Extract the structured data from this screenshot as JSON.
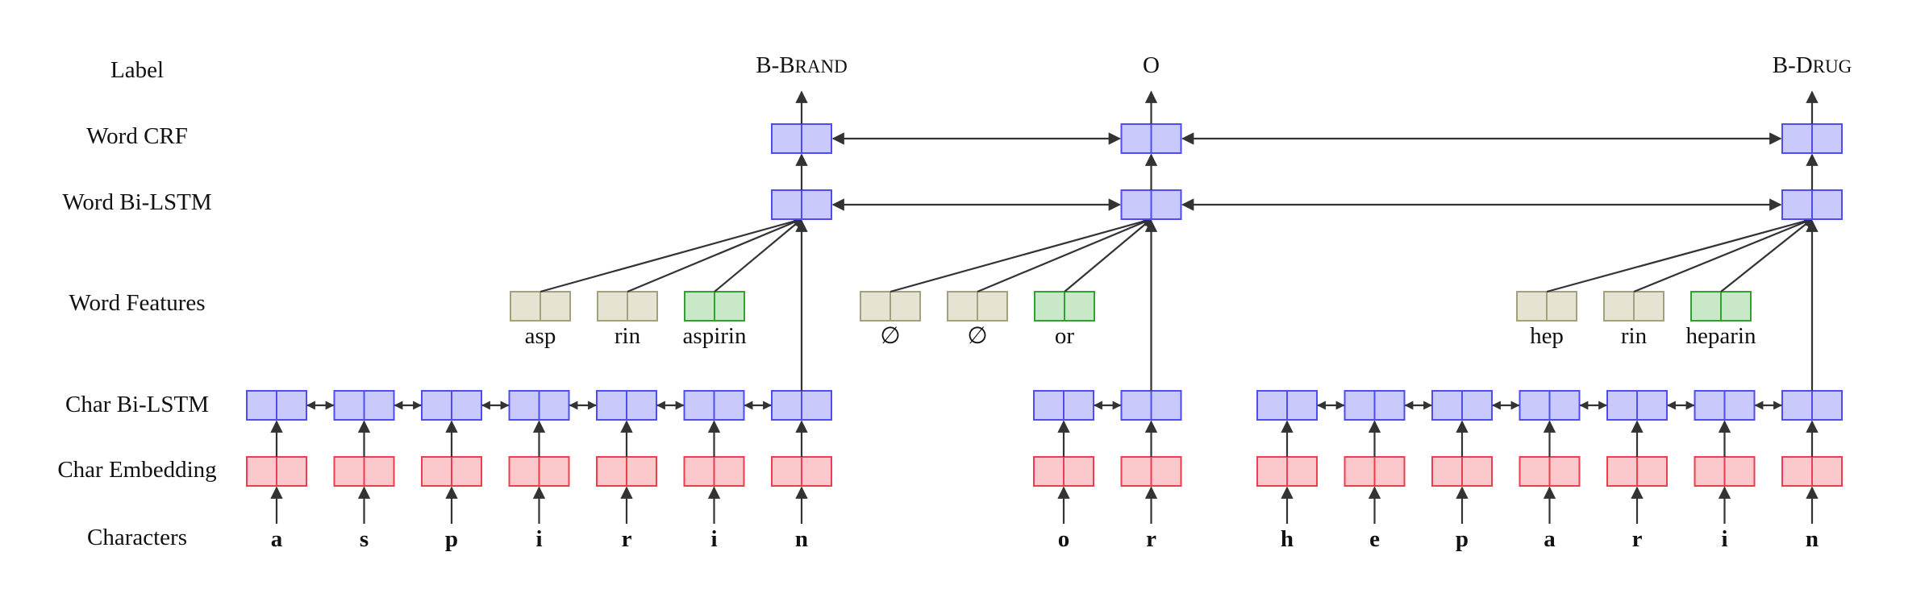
{
  "layers": {
    "label": "Label",
    "word_crf": "Word CRF",
    "word_bilstm": "Word Bi-LSTM",
    "word_features": "Word Features",
    "char_bilstm": "Char Bi-LSTM",
    "char_embedding": "Char Embedding",
    "characters": "Characters"
  },
  "words": [
    {
      "id": "aspirin",
      "characters": [
        "a",
        "s",
        "p",
        "i",
        "r",
        "i",
        "n"
      ],
      "features": [
        {
          "text": "asp",
          "kind": "affix"
        },
        {
          "text": "rin",
          "kind": "affix"
        },
        {
          "text": "aspirin",
          "kind": "lexicon"
        }
      ],
      "label": {
        "prefix": "B-",
        "cap": "B",
        "rest": "RAND"
      }
    },
    {
      "id": "or",
      "characters": [
        "o",
        "r"
      ],
      "features": [
        {
          "text": "∅",
          "kind": "affix"
        },
        {
          "text": "∅",
          "kind": "affix"
        },
        {
          "text": "or",
          "kind": "lexicon"
        }
      ],
      "label": {
        "prefix": "",
        "cap": "O",
        "rest": ""
      }
    },
    {
      "id": "heparin",
      "characters": [
        "h",
        "e",
        "p",
        "a",
        "r",
        "i",
        "n"
      ],
      "features": [
        {
          "text": "hep",
          "kind": "affix"
        },
        {
          "text": "rin",
          "kind": "affix"
        },
        {
          "text": "heparin",
          "kind": "lexicon"
        }
      ],
      "label": {
        "prefix": "B-",
        "cap": "D",
        "rest": "RUG"
      }
    }
  ],
  "colors": {
    "lstm_fill": "#c9c9fb",
    "lstm_stroke": "#4d4df2",
    "emb_fill": "#fbc8cc",
    "emb_stroke": "#ee3d4d",
    "affix_fill": "#e6e3d2",
    "affix_stroke": "#a3a07c",
    "lexicon_fill": "#c8e8c8",
    "lexicon_stroke": "#33a033",
    "arrow": "#333333"
  }
}
